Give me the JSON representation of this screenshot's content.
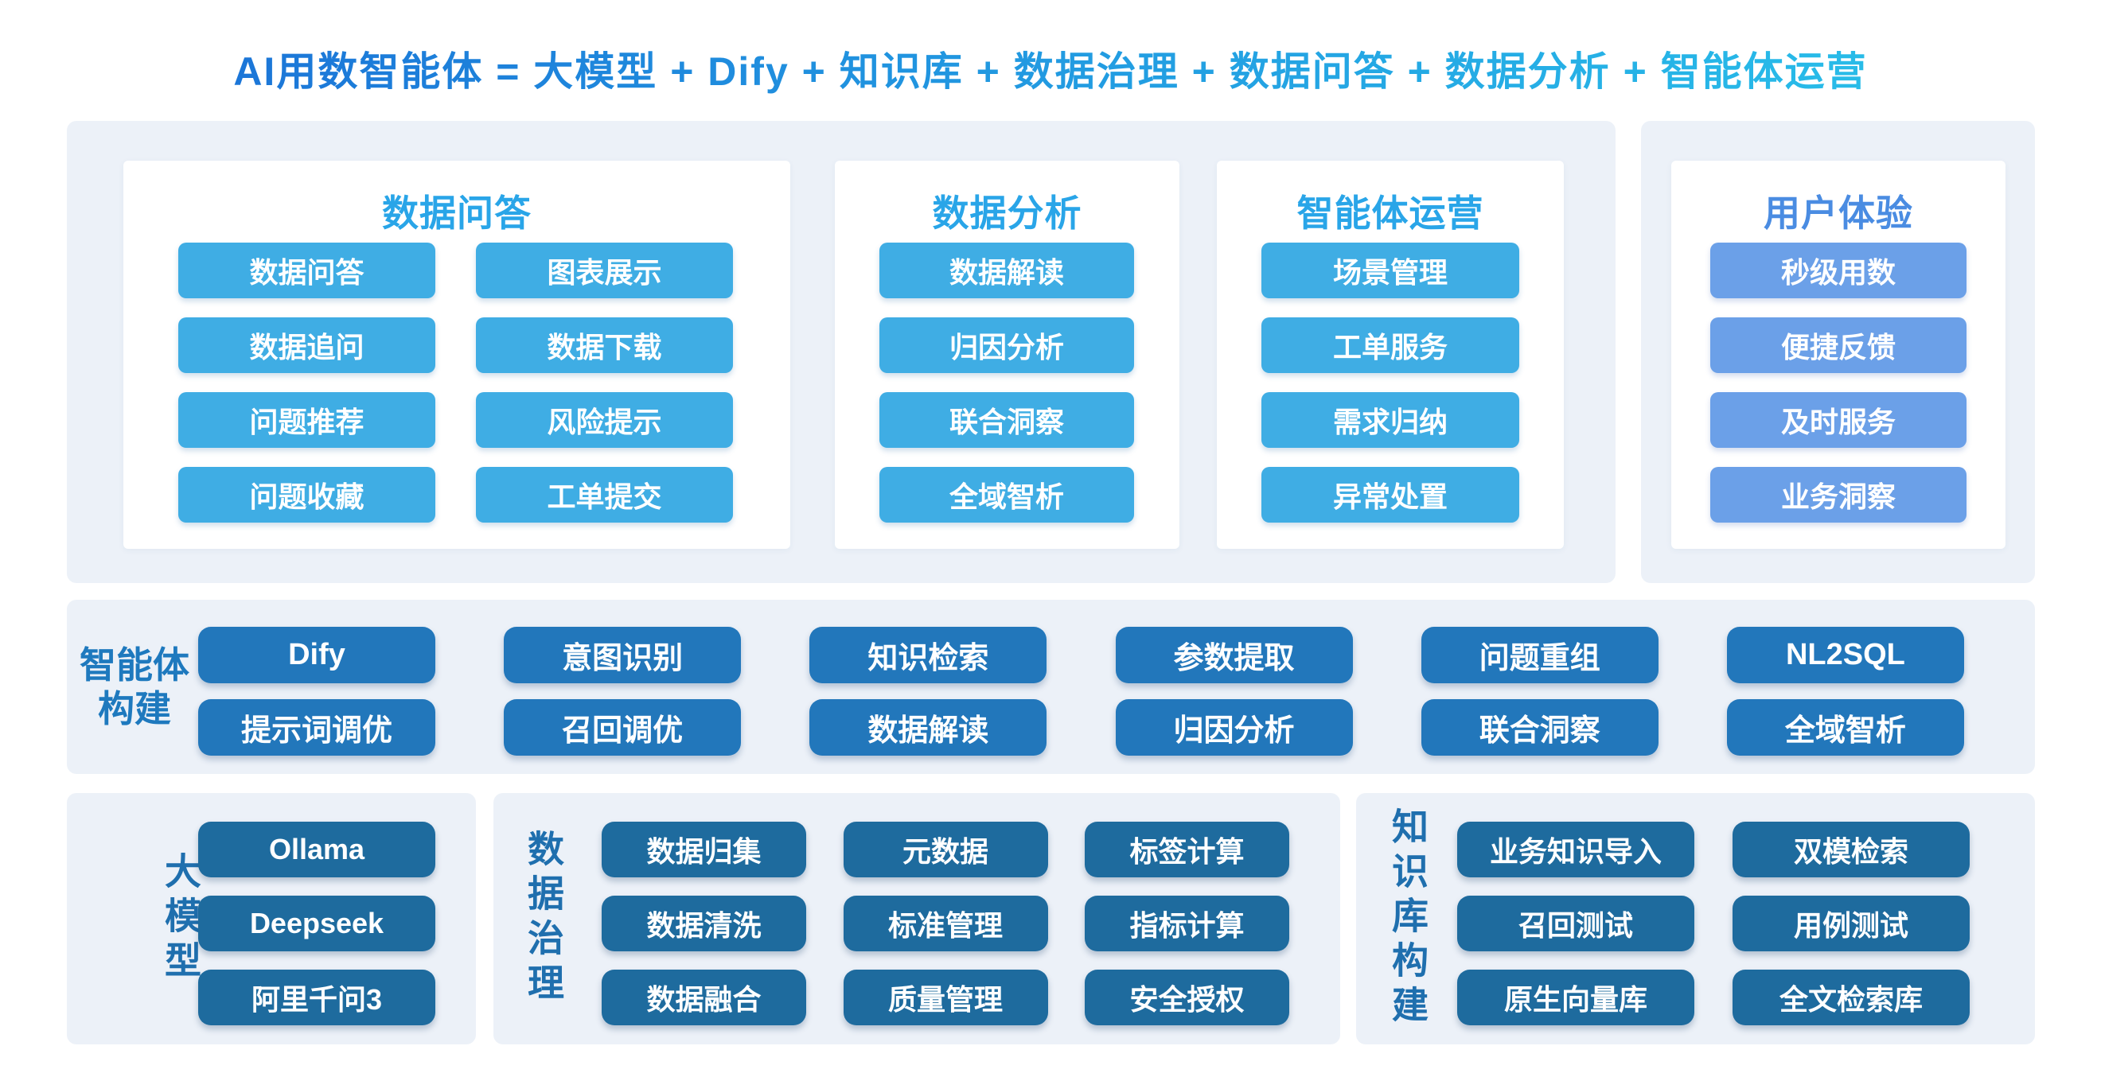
{
  "title": "AI用数智能体 = 大模型 + Dify + 知识库 + 数据治理 + 数据问答 + 数据分析 + 智能体运营",
  "colors": {
    "chip_cyan": "#3fade4",
    "chip_cornflower": "#6ba0e8",
    "chip_medium_blue": "#2277bb",
    "chip_dark_blue": "#1e6b9e",
    "panel_background": "#ecf1f8",
    "header_cyan": "#29a5e8",
    "header_cornflower": "#4a8ce2",
    "side_label_blue": "#1f6fae",
    "title_gradient_start": "#1a6fd6",
    "title_gradient_end": "#29c2ea"
  },
  "top_sections": [
    {
      "label": "数据问答",
      "items": [
        "数据问答",
        "图表展示",
        "数据追问",
        "数据下载",
        "问题推荐",
        "风险提示",
        "问题收藏",
        "工单提交"
      ]
    },
    {
      "label": "数据分析",
      "items": [
        "数据解读",
        "归因分析",
        "联合洞察",
        "全域智析"
      ]
    },
    {
      "label": "智能体运营",
      "items": [
        "场景管理",
        "工单服务",
        "需求归纳",
        "异常处置"
      ]
    },
    {
      "label": "用户体验",
      "items": [
        "秒级用数",
        "便捷反馈",
        "及时服务",
        "业务洞察"
      ]
    }
  ],
  "agent_build": {
    "label_line1": "智能体",
    "label_line2": "构建",
    "row1": [
      "Dify",
      "意图识别",
      "知识检索",
      "参数提取",
      "问题重组",
      "NL2SQL"
    ],
    "row2": [
      "提示词调优",
      "召回调优",
      "数据解读",
      "归因分析",
      "联合洞察",
      "全域智析"
    ]
  },
  "bottom_sections": [
    {
      "label": "大模型",
      "rows": [
        "Ollama",
        "Deepseek",
        "阿里千问3"
      ]
    },
    {
      "label": "数据治理",
      "grid": [
        [
          "数据归集",
          "元数据",
          "标签计算"
        ],
        [
          "数据清洗",
          "标准管理",
          "指标计算"
        ],
        [
          "数据融合",
          "质量管理",
          "安全授权"
        ]
      ]
    },
    {
      "label": "知识库构建",
      "grid": [
        [
          "业务知识导入",
          "双模检索"
        ],
        [
          "召回测试",
          "用例测试"
        ],
        [
          "原生向量库",
          "全文检索库"
        ]
      ]
    }
  ]
}
